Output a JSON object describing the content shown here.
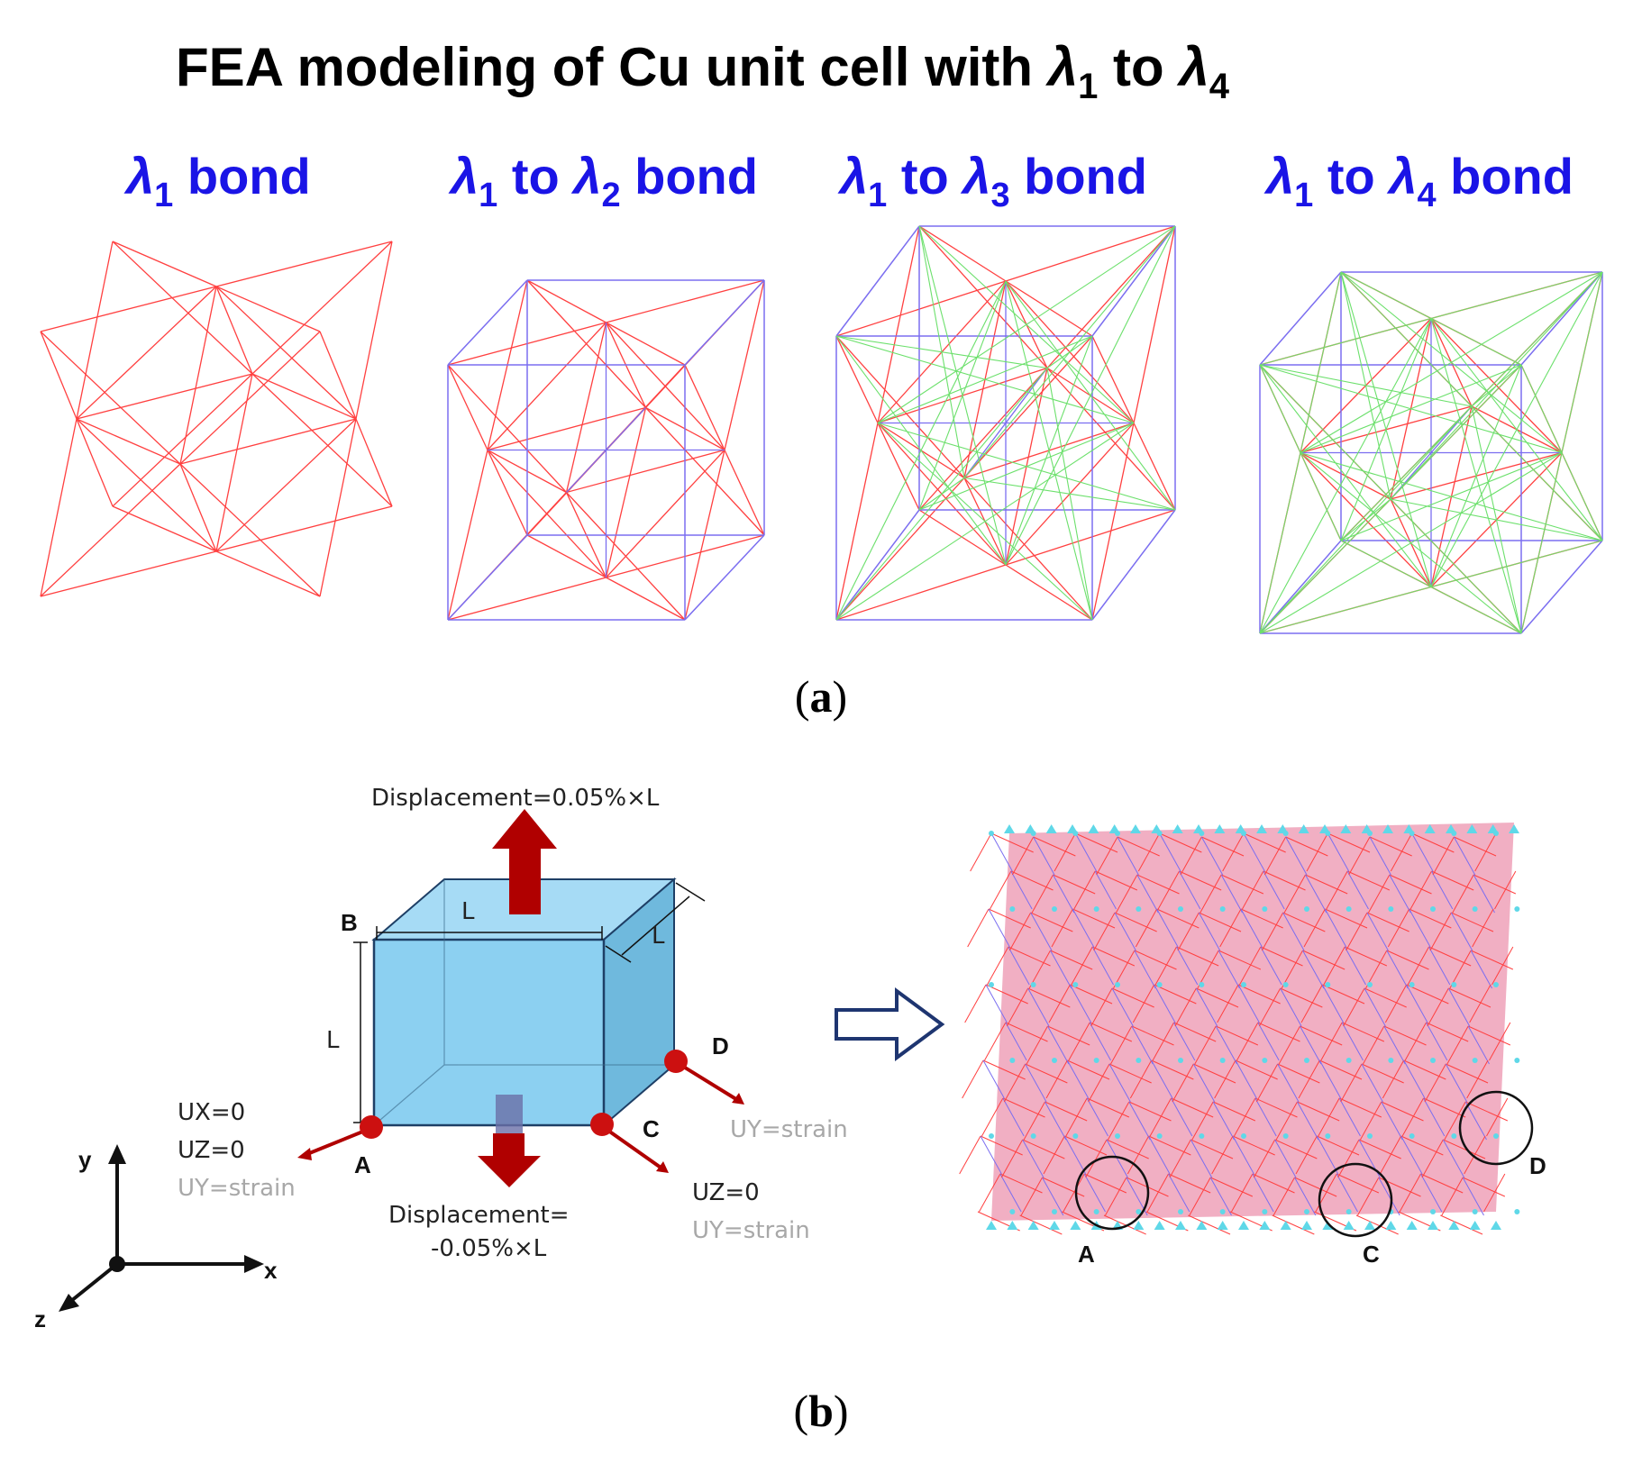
{
  "title": {
    "text": "FEA modeling of Cu unit cell with ",
    "l1": "λ",
    "s1": "1",
    "mid": " to ",
    "l2": "λ",
    "s2": "4"
  },
  "panels": [
    {
      "lambda": "λ",
      "sub1": "1",
      "to": "",
      "lambda2": "",
      "sub2": "",
      "bond": " bond"
    },
    {
      "lambda": "λ",
      "sub1": "1",
      "to": " to ",
      "lambda2": "λ",
      "sub2": "2",
      "bond": " bond"
    },
    {
      "lambda": "λ",
      "sub1": "1",
      "to": " to ",
      "lambda2": "λ",
      "sub2": "3",
      "bond": " bond"
    },
    {
      "lambda": "λ",
      "sub1": "1",
      "to": " to ",
      "lambda2": "λ",
      "sub2": "4",
      "bond": " bond"
    }
  ],
  "captions": {
    "a_open": "(",
    "a": "a",
    "a_close": ")",
    "b_open": "(",
    "b": "b",
    "b_close": ")"
  },
  "cube": {
    "disp_top": "Displacement=0.05%×L",
    "disp_bottom_1": "Displacement=",
    "disp_bottom_2": "-0.05%×L",
    "dim_l": "L",
    "point_a": "A",
    "point_b": "B",
    "point_c": "C",
    "point_d": "D",
    "bc_a_1": "UX=0",
    "bc_a_2": "UZ=0",
    "bc_a_3": "UY=strain",
    "bc_c_1": "UZ=0",
    "bc_c_2": "UY=strain",
    "bc_d_1": "UY=strain"
  },
  "axes": {
    "x": "x",
    "y": "y",
    "z": "z"
  },
  "mesh_labels": {
    "a": "A",
    "c": "C",
    "d": "D"
  },
  "colors": {
    "title_blue": "#1a14e6",
    "bond_red": "#ff4040",
    "bond_blue": "#7b6ef0",
    "bond_green": "#6ce06c",
    "cube_fill": "#7fcbf0",
    "arrow_red": "#b00000",
    "node_cyan": "#5fd8e8"
  }
}
